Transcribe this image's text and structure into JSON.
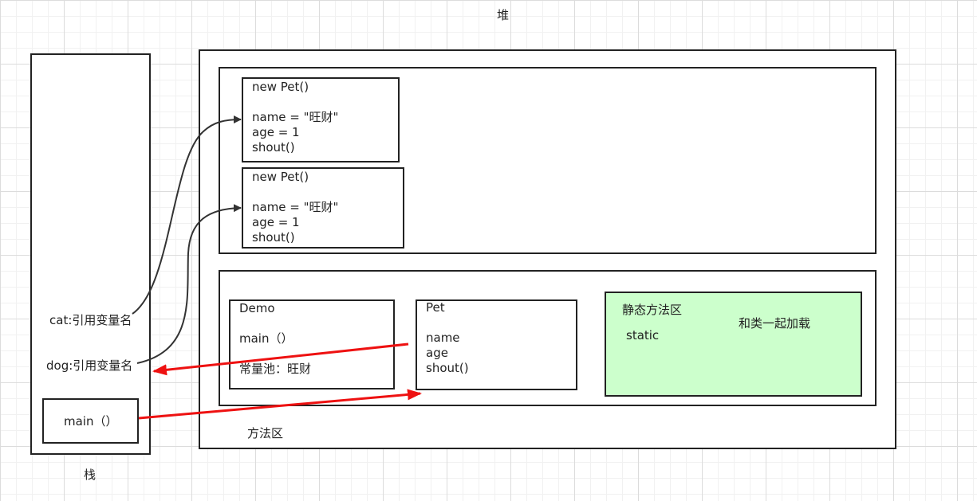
{
  "heap": {
    "title": "堆"
  },
  "stack": {
    "title": "栈",
    "cat_ref": "cat:引用变量名",
    "dog_ref": "dog:引用变量名",
    "main_frame": "main（）"
  },
  "heap_objects": [
    {
      "header": "new Pet()",
      "lines": [
        "",
        "name = \"旺财\"",
        "age = 1",
        "shout()"
      ]
    },
    {
      "header": "new Pet()",
      "lines": [
        "",
        "name = \"旺财\"",
        "age = 1",
        "shout()"
      ]
    }
  ],
  "method_area": {
    "title": "方法区",
    "demo_class": {
      "header": "Demo",
      "method": "main（）",
      "constant_pool": "常量池：旺财"
    },
    "pet_class": {
      "header": "Pet",
      "fields": [
        "name",
        "age",
        "shout()"
      ]
    },
    "static_area": {
      "title": "静态方法区",
      "keyword": "static",
      "note": "和类一起加载"
    }
  },
  "colors": {
    "arrow_red": "#ee1111",
    "arrow_dark": "#333333",
    "static_fill": "#ccffcc"
  }
}
